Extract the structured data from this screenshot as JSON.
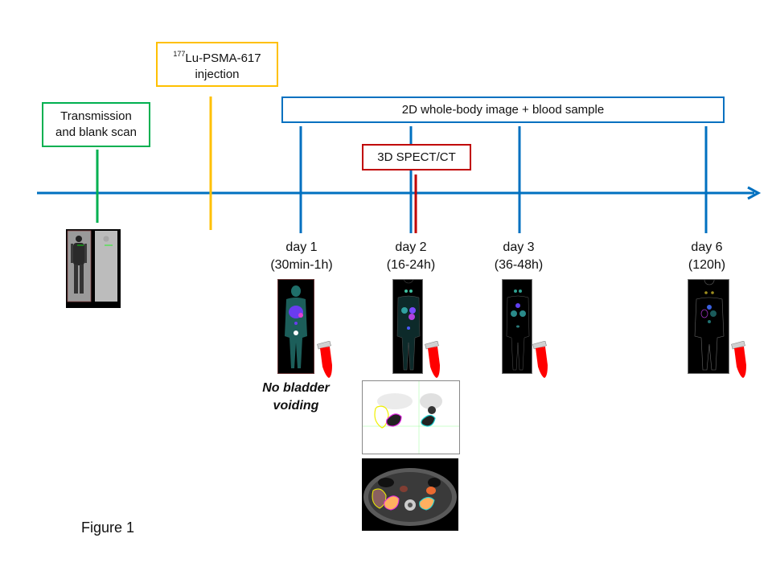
{
  "colors": {
    "axis": "#0070C0",
    "transmission": "#00B050",
    "injection": "#FFC000",
    "spect": "#C00000",
    "tube": "#FF0000"
  },
  "boxes": {
    "transmission": {
      "line1": "Transmission",
      "line2": "and blank scan"
    },
    "injection": {
      "isotope_sup": "177",
      "line1_rest": "Lu-PSMA-617",
      "line2": "injection"
    },
    "wholebody": {
      "text": "2D whole-body image + blood sample"
    },
    "spect": {
      "text": "3D SPECT/CT"
    }
  },
  "timepoints": [
    {
      "day": "day 1",
      "time": "(30min-1h)"
    },
    {
      "day": "day 2",
      "time": "(16-24h)"
    },
    {
      "day": "day 3",
      "time": "(36-48h)"
    },
    {
      "day": "day 6",
      "time": "(120h)"
    }
  ],
  "annotations": {
    "no_bladder_line1": "No bladder",
    "no_bladder_line2": "voiding"
  },
  "images": {
    "transmission_scan": "transmission-blank-scan-image",
    "wholebody_scans": [
      "day1-scan",
      "day2-scan",
      "day3-scan",
      "day6-scan"
    ],
    "spect_images": [
      "spect-kidney-image",
      "spect-ct-fused-image"
    ],
    "blood_tube_icon": "blood-sample-tube-icon"
  },
  "caption": "Figure 1"
}
